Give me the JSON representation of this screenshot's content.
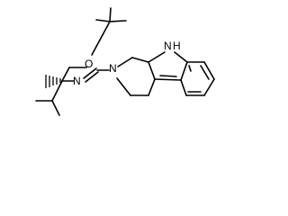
{
  "molecule": {
    "atoms": {
      "oxygen": "O",
      "imine_nitrogen": "N",
      "ring_nitrogen": "N",
      "indole_nitrogen": "N",
      "indole_hydrogen": "H"
    }
  }
}
